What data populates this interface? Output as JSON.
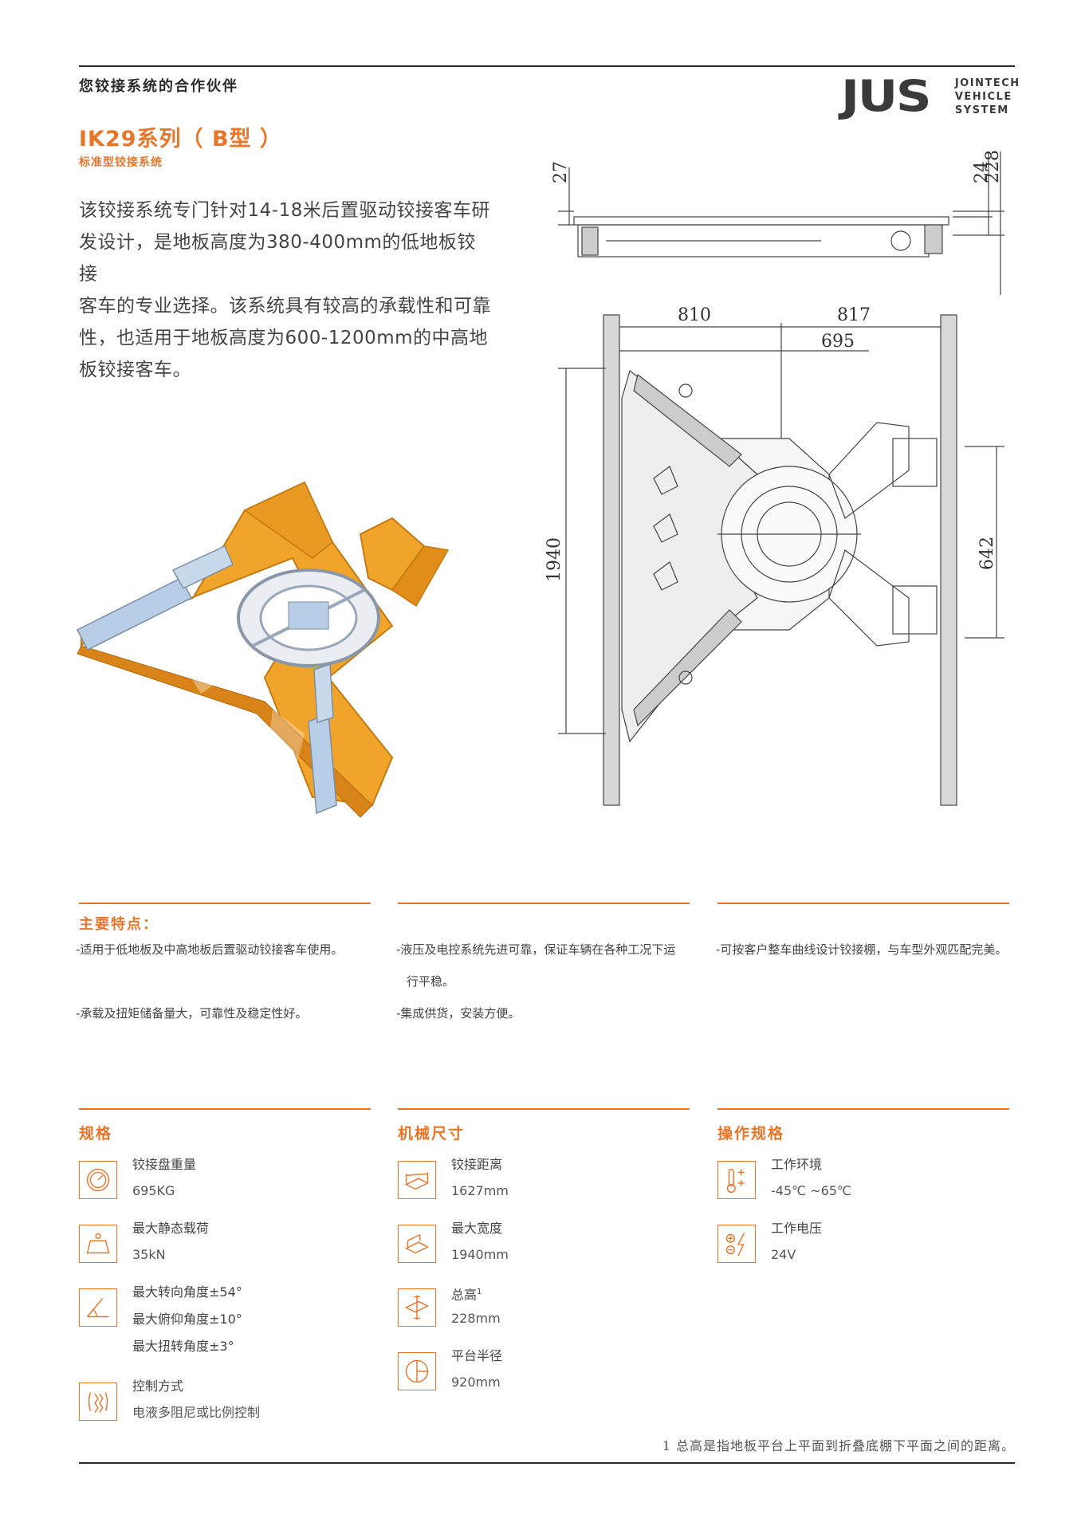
{
  "header": {
    "tagline": "您铰接系统的合作伙伴",
    "logo_mark": "JUS",
    "logo_lines": [
      "JOINTECH",
      "VEHICLE",
      "SYSTEM"
    ]
  },
  "product": {
    "title": "IK29系列（ B型 ）",
    "subtitle": "标准型铰接系统",
    "intro_lines": [
      "该铰接系统专门针对14-18米后置驱动铰接客车研",
      "发设计，是地板高度为380-400mm的低地板铰接",
      "客车的专业选择。该系统具有较高的承载性和可靠",
      "性，也适用于地板高度为600-1200mm的中高地",
      "板铰接客车。"
    ]
  },
  "drawing": {
    "dims": {
      "d27": "27",
      "d24": "24",
      "d228": "228",
      "d810": "810",
      "d817": "817",
      "d695": "695",
      "d1940": "1940",
      "d642": "642"
    }
  },
  "features": {
    "title": "主要特点：",
    "col1": [
      "-适用于低地板及中高地板后置驱动铰接客车使用。",
      "-承载及扭矩储备量大，可靠性及稳定性好。"
    ],
    "col2": [
      "-液压及电控系统先进可靠，保证车辆在各种工况下运",
      "行平稳。",
      "-集成供货，安装方便。"
    ],
    "col3": [
      "-可按客户整车曲线设计铰接棚，与车型外观匹配完美。"
    ]
  },
  "specs": {
    "title": "规格",
    "items": [
      {
        "label": "铰接盘重量",
        "value": "695KG",
        "icon": "gauge-icon"
      },
      {
        "label": "最大静态载荷",
        "value": "35kN",
        "icon": "weight-icon"
      },
      {
        "lines": [
          "最大转向角度±54°",
          "最大俯仰角度±10°",
          "最大扭转角度±3°"
        ],
        "icon": "angle-icon"
      },
      {
        "label": "控制方式",
        "value": "电液多阻尼或比例控制",
        "icon": "damper-icon"
      }
    ]
  },
  "mechanical": {
    "title": "机械尺寸",
    "items": [
      {
        "label": "铰接距离",
        "value": "1627mm",
        "icon": "distance-icon"
      },
      {
        "label": "最大宽度",
        "value": "1940mm",
        "icon": "width-icon"
      },
      {
        "label": "总高",
        "sup": "1",
        "value": "228mm",
        "icon": "height-icon"
      },
      {
        "label": "平台半径",
        "value": "920mm",
        "icon": "radius-icon"
      }
    ]
  },
  "operation": {
    "title": "操作规格",
    "items": [
      {
        "label": "工作环境",
        "value": "-45℃ ~65℃",
        "icon": "thermometer-icon"
      },
      {
        "label": "工作电压",
        "value": "24V",
        "icon": "voltage-icon"
      }
    ]
  },
  "footnote": "1 总高是指地板平台上平面到折叠底棚下平面之间的距离。",
  "colors": {
    "accent": "#e8762a",
    "text": "#3a3a3a",
    "render_orange": "#f0a52a",
    "render_blue": "#b8cde6"
  }
}
